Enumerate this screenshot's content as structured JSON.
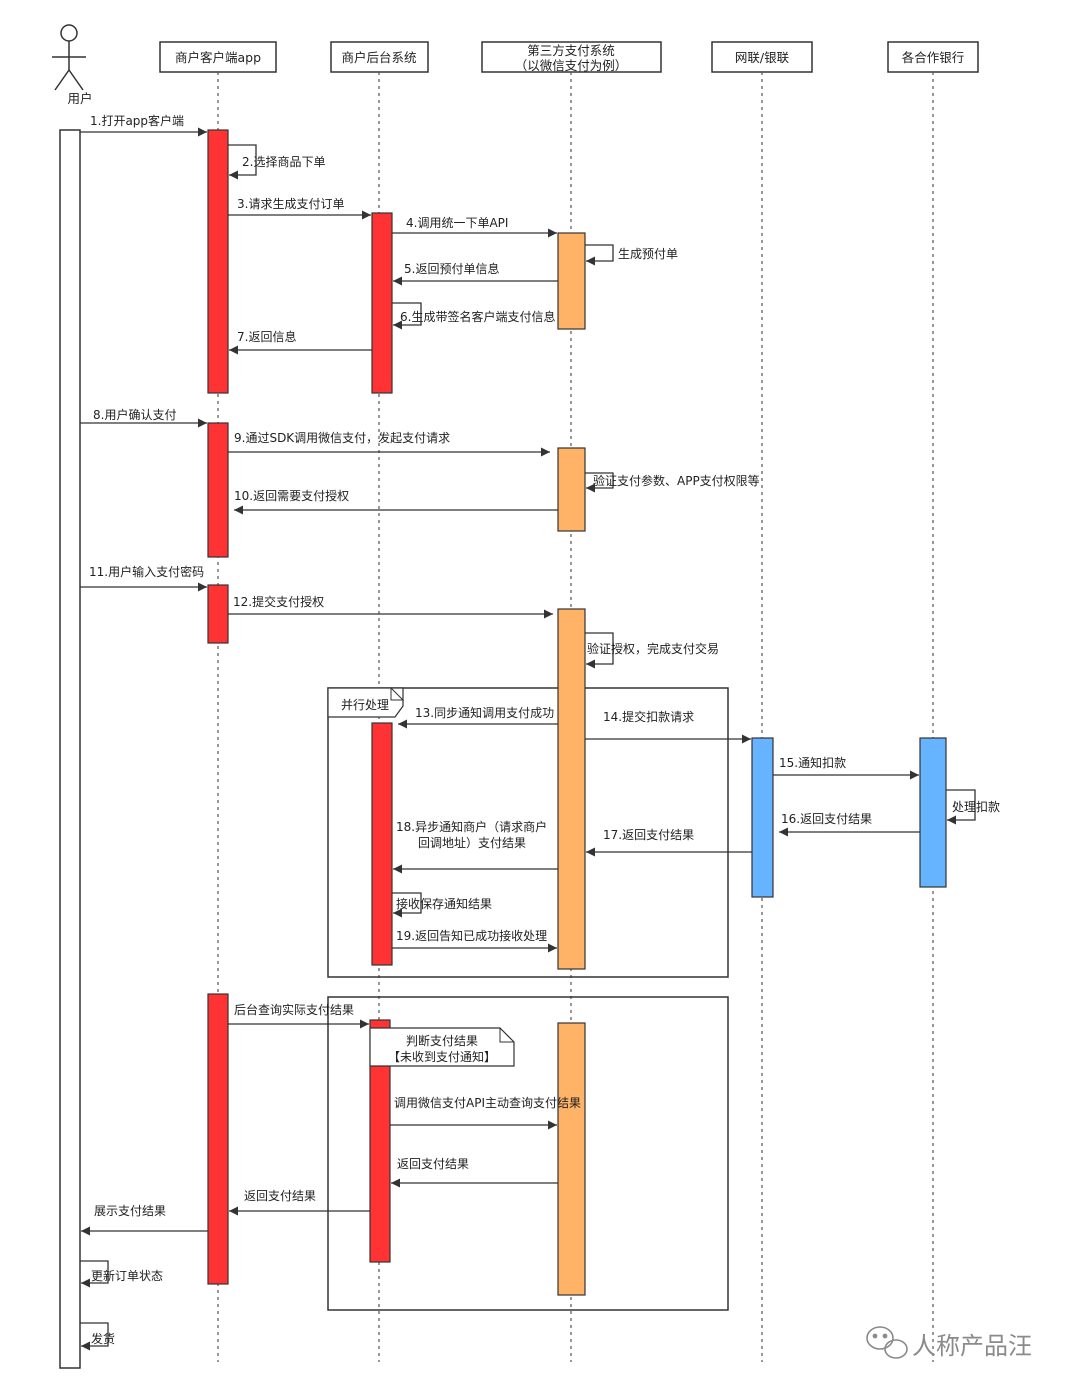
{
  "participants": {
    "user": "用户",
    "app": "商户客户端app",
    "backend": "商户后台系统",
    "third_party_l1": "第三方支付系统",
    "third_party_l2": "（以微信支付为例）",
    "unionpay": "网联/银联",
    "bank": "各合作银行"
  },
  "messages": {
    "m1": "1.打开app客户端",
    "m2": "2.选择商品下单",
    "m3": "3.请求生成支付订单",
    "m4": "4.调用统一下单API",
    "m4a": "生成预付单",
    "m5": "5.返回预付单信息",
    "m6": "6.生成带签名客户端支付信息",
    "m7": "7.返回信息",
    "m8": "8.用户确认支付",
    "m9": "9.通过SDK调用微信支付，发起支付请求",
    "m9a": "验证支付参数、APP支付权限等",
    "m10": "10.返回需要支付授权",
    "m11": "11.用户输入支付密码",
    "m12": "12.提交支付授权",
    "m12a": "验证授权，完成支付交易",
    "m13": "13.同步通知调用支付成功",
    "m14": "14.提交扣款请求",
    "m15": "15.通知扣款",
    "m15a": "处理扣款",
    "m16": "16.返回支付结果",
    "m17": "17.返回支付结果",
    "m18_l1": "18.异步通知商户（请求商户",
    "m18_l2": "回调地址）支付结果",
    "m18a": "接收保存通知结果",
    "m19": "19.返回告知已成功接收处理",
    "m20": "后台查询实际支付结果",
    "m21": "调用微信支付API主动查询支付结果",
    "m22": "返回支付结果",
    "m23": "返回支付结果",
    "m24": "展示支付结果",
    "m25": "更新订单状态",
    "m26": "发货"
  },
  "notes": {
    "parallel": "并行处理",
    "judge_l1": "判断支付结果",
    "judge_l2": "【未收到支付通知】"
  },
  "watermark": "人称产品汪",
  "colors": {
    "app_activation": "#ff3333",
    "backend_activation": "#ff3333",
    "thirdparty_activation": "#ffb366",
    "network_activation": "#66b3ff",
    "line": "#333333"
  }
}
